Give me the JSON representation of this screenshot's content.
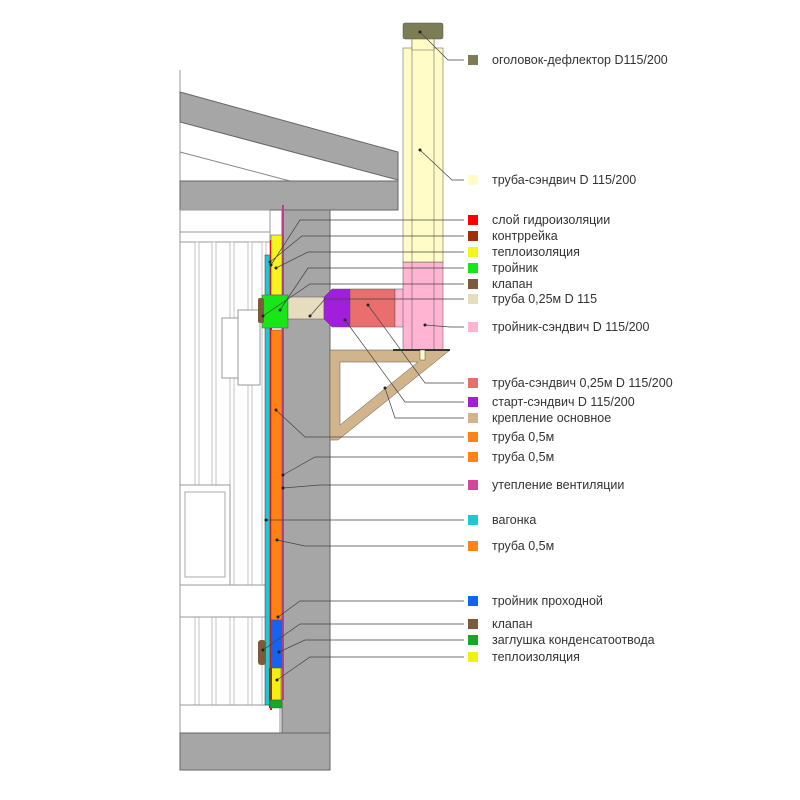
{
  "legend": [
    {
      "label": "оголовок-дефлектор D115/200",
      "color": "#7d7d55"
    },
    {
      "label": "труба-сэндвич D 115/200",
      "color": "#fffcc8"
    },
    {
      "label": "слой гидроизоляции",
      "color": "#ff0000"
    },
    {
      "label": "контррейка",
      "color": "#a0300a"
    },
    {
      "label": "теплоизоляция",
      "color": "#f5f51e"
    },
    {
      "label": "тройник",
      "color": "#19e619"
    },
    {
      "label": "клапан",
      "color": "#7d5a3c"
    },
    {
      "label": "труба 0,25м D 115",
      "color": "#e6dcbe"
    },
    {
      "label": "тройник-сэндвич D 115/200",
      "color": "#ffb4d2"
    },
    {
      "label": "труба-сэндвич 0,25м D 115/200",
      "color": "#eb6e6e"
    },
    {
      "label": "старт-сэндвич D 115/200",
      "color": "#a01edc"
    },
    {
      "label": "крепление основное",
      "color": "#d2b48c"
    },
    {
      "label": "труба 0,5м",
      "color": "#ff8214"
    },
    {
      "label": "труба 0,5м",
      "color": "#ff8214"
    },
    {
      "label": "утепление вентиляции",
      "color": "#d2469b"
    },
    {
      "label": "вагонка",
      "color": "#1ec8d2"
    },
    {
      "label": "труба 0,5м",
      "color": "#ff8214"
    },
    {
      "label": "тройник проходной",
      "color": "#1464f0"
    },
    {
      "label": "клапан",
      "color": "#7d5a3c"
    },
    {
      "label": "заглушка конденсатоотвода",
      "color": "#14aa28"
    },
    {
      "label": "теплоизоляция",
      "color": "#f0f014"
    }
  ]
}
